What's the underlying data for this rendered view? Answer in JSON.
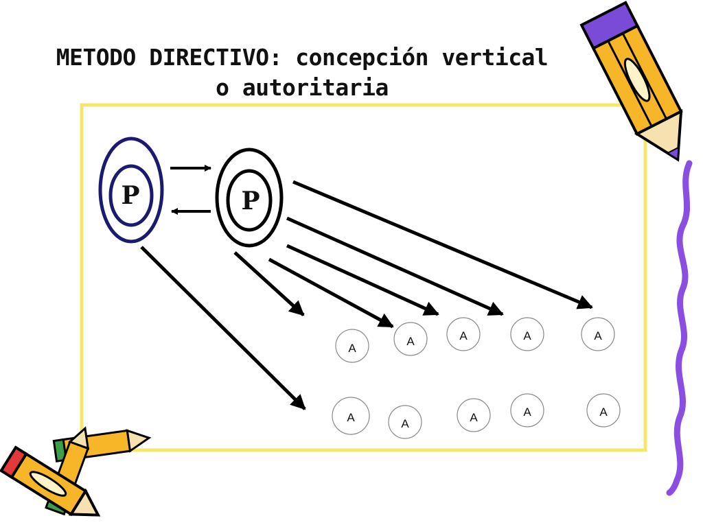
{
  "title": {
    "line1": "METODO DIRECTIVO: concepción vertical",
    "line2": "o autoritaria"
  },
  "nodes": {
    "p_left": "P",
    "p_right": "P",
    "a_label": "A"
  },
  "colors": {
    "frame": "#f4e86c",
    "outer_ring_left": "#1a1a6e",
    "ring_right": "#000000",
    "arrow": "#000000",
    "pencil_yellow": "#f7b628",
    "pencil_purple": "#7a4bd6",
    "squiggle": "#8a4fe0"
  },
  "icons": [
    "pencil-icon",
    "pencils-icon",
    "squiggle-line"
  ]
}
